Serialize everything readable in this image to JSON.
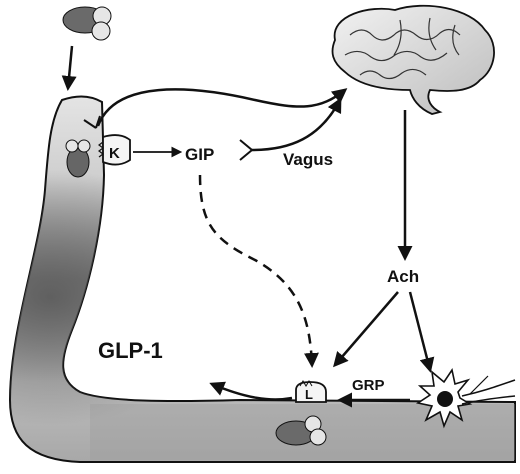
{
  "labels": {
    "k_cell": "K",
    "l_cell": "L",
    "gip": "GIP",
    "vagus": "Vagus",
    "ach": "Ach",
    "grp": "GRP",
    "glp1": "GLP-1"
  },
  "icons": {
    "brain": "brain-icon",
    "food": "food-particle-icon",
    "neuron": "neuron-icon"
  },
  "colors": {
    "gut_dark": "#6f6f6f",
    "gut_light": "#e2e2e2",
    "outline": "#111111"
  }
}
